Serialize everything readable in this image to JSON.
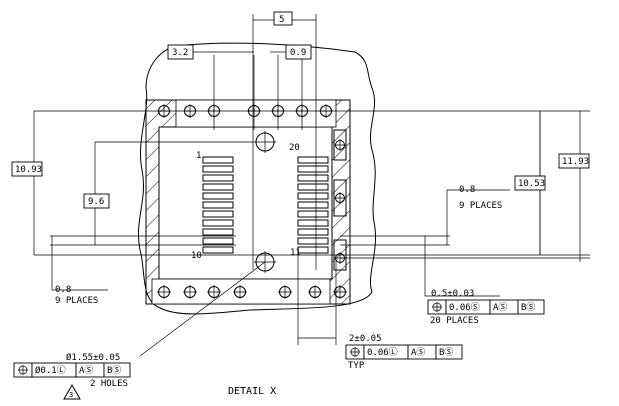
{
  "dims": {
    "d5": "5",
    "d3_2": "3.2",
    "d0_9": "0.9",
    "d10_93": "10.93",
    "d9_6": "9.6",
    "d0_8_left": "0.8",
    "places9_left": "9 PLACES",
    "d0_8_right": "0.8",
    "places9_right": "9 PLACES",
    "d10_53": "10.53",
    "d11_93": "11.93",
    "d0_5": "0.5±0.03",
    "fcf_right_tol": "0.06Ⓢ",
    "fcf_right_a": "AⓈ",
    "fcf_right_b": "BⓈ",
    "places20": "20 PLACES",
    "d2": "2±0.05",
    "fcf_mid_tol": "0.06Ⓛ",
    "fcf_mid_a": "AⓈ",
    "fcf_mid_b": "BⓈ",
    "typ": "TYP",
    "hole_dia": "Ø1.55±0.05",
    "fcf_left_tol": "Ø0.1Ⓛ",
    "fcf_left_a": "AⓈ",
    "fcf_left_b": "BⓈ",
    "holes2": "2 HOLES",
    "note_tri": "3",
    "pin1": "1",
    "pin10": "10",
    "pin11": "11",
    "pin20": "20"
  },
  "caption": "DETAIL  X"
}
